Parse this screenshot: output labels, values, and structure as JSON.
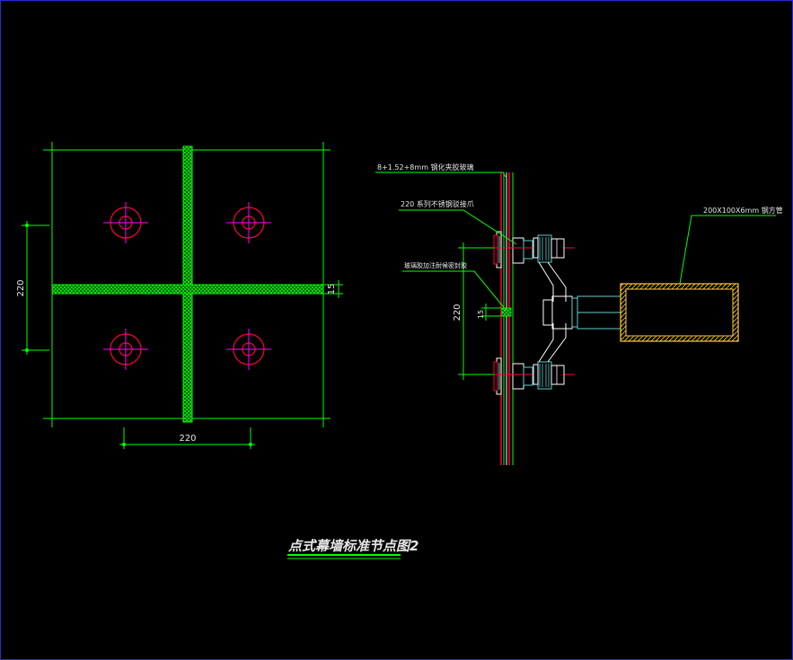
{
  "drawing": {
    "title": "点式幕墙标准节点图2",
    "plan": {
      "dim_vertical": "220",
      "dim_horizontal": "220",
      "dim_joint": "15"
    },
    "section": {
      "dim_vertical": "220",
      "dim_joint": "15",
      "label_glass": "8+1.52+8mm 钢化夹胶玻璃",
      "label_claw": "220 系列不锈钢驳接爪",
      "label_sealant": "玻璃胶加注耐候密封胶",
      "label_steel_tube": "200X100X6mm 钢方管"
    },
    "colors": {
      "background": "#000000",
      "line": "#00ff00",
      "hole": "#ff0033",
      "crosshair": "#ff00ff",
      "text": "#e6e6e6",
      "frame": "#2a2ad8",
      "steel": "#ffcc33",
      "fitting": "#66cccc"
    }
  }
}
